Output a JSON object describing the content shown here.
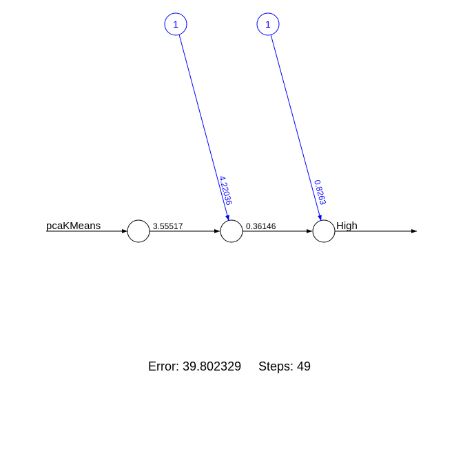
{
  "network": {
    "input_label": "pcaKMeans",
    "output_label": "High",
    "weights": {
      "input_to_hidden": "3.55517",
      "hidden_to_output": "0.36146",
      "bias_hidden": "4.22036",
      "bias_output": "0.8263"
    },
    "bias_nodes": {
      "hidden": "1",
      "output": "1"
    },
    "colors": {
      "weights": "#000000",
      "bias": "#0000ff"
    }
  },
  "footer": {
    "error": "Error: 39.802329",
    "steps": "Steps: 49"
  }
}
